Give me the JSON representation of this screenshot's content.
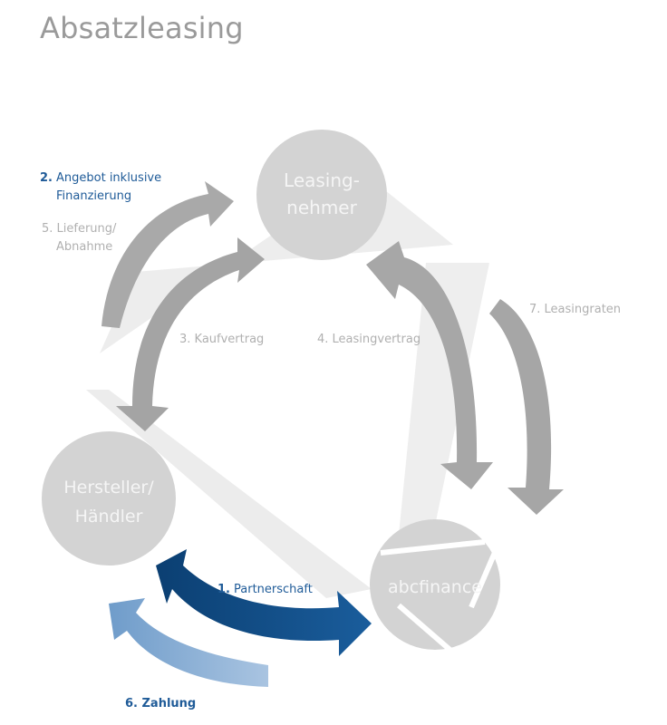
{
  "title": "Absatzleasing",
  "nodes": {
    "lessee": {
      "line1": "Leasing-",
      "line2": "nehmer"
    },
    "dealer": {
      "line1": "Hersteller/",
      "line2": "Händler"
    },
    "finance": {
      "label": "abcfinance"
    }
  },
  "steps": {
    "step1": {
      "num": "1.",
      "text": "Partnerschaft"
    },
    "step2": {
      "num": "2.",
      "line1": "Angebot inklusive",
      "line2": "Finanzierung"
    },
    "step3": {
      "text": "3. Kaufvertrag"
    },
    "step4": {
      "text": "4. Leasingvertrag"
    },
    "step5": {
      "line1": "5. Lieferung/",
      "line2": "Abnahme"
    },
    "step6": {
      "text": "6. Zahlung"
    },
    "step7": {
      "text": "7. Leasingraten"
    }
  },
  "colors": {
    "title": "#9a9a9a",
    "circle": "#d4d4d4",
    "circle_text": "#f4f4f4",
    "triangle": "#ececec",
    "arrow_grey": "#a8a8a8",
    "arrow_dark_blue": "#0d4f8b",
    "arrow_light_blue": "#7ea6cf",
    "label_grey": "#b0b0b0",
    "label_blue": "#1f5b98"
  }
}
